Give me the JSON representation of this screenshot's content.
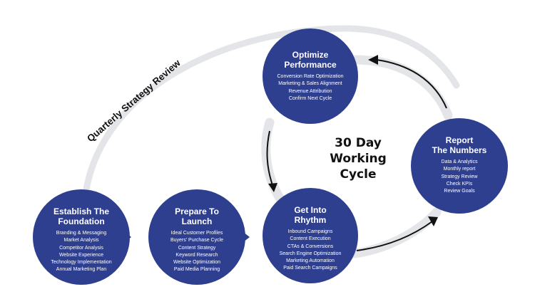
{
  "arc_label": "Quarterly Strategy Review",
  "center_label": "30 Day\nWorking\nCycle",
  "colors": {
    "circle": "#2e3f8f",
    "track": "#e4e5e8",
    "arrow": "#111111"
  },
  "stages": {
    "establish": {
      "title": "Establish The\nFoundation",
      "items": [
        "Branding & Messaging",
        "Market Analysis",
        "Competitor Analysis",
        "Website Experience",
        "Technology Implementation",
        "Annual Marketing Plan"
      ]
    },
    "prepare": {
      "title": "Prepare To\nLaunch",
      "items": [
        "Ideal Customer Profiles",
        "Buyers' Purchase Cycle",
        "Content Strategy",
        "Keyword Research",
        "Website Optimization",
        "Paid Media Planning"
      ]
    },
    "rhythm": {
      "title": "Get Into\nRhythm",
      "items": [
        "Inbound Campaigns",
        "Content Execution",
        "CTAs & Conversions",
        "Search Engine Optimization",
        "Marketing Automation",
        "Paid Search Campaigns"
      ]
    },
    "report": {
      "title": "Report\nThe Numbers",
      "items": [
        "Data & Analytics",
        "Monthly report",
        "Strategy Review",
        "Check KPIs",
        "Review Goals"
      ]
    },
    "optimize": {
      "title": "Optimize\nPerformance",
      "items": [
        "Conversion Rate Optimization",
        "Marketing & Sales Alignment",
        "Revenue Attribution",
        "Confirm Next Cycle"
      ]
    }
  }
}
